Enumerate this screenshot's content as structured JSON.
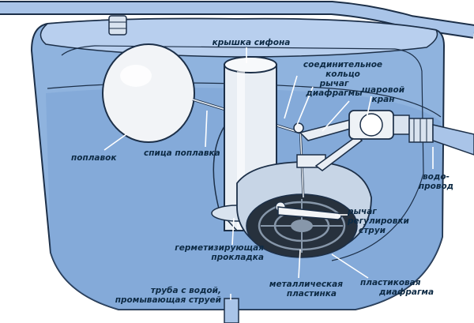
{
  "labels": {
    "siphon_cover": "крышка сифона",
    "connecting_ring_1": "соединительное",
    "connecting_ring_2": "кольцо",
    "diaphragm_lever_1": "рычаг",
    "diaphragm_lever_2": "диафрагмы",
    "ball_valve_1": "шаровой",
    "ball_valve_2": "кран",
    "float": "поплавок",
    "float_spoke": "спица поплавка",
    "water_supply_1": "водо-",
    "water_supply_2": "провод",
    "jet_lever_1": "рычаг",
    "jet_lever_2": "регулировки",
    "jet_lever_3": "струи",
    "seal_gasket_1": "герметизирующая",
    "seal_gasket_2": "прокладка",
    "plastic_diaphragm_1": "пластиковая",
    "plastic_diaphragm_2": "диафрагма",
    "metal_plate_1": "металлическая",
    "metal_plate_2": "пластинка",
    "flush_pipe_1": "труба с водой,",
    "flush_pipe_2": "промывающая струей"
  },
  "colors": {
    "tank_water": "#8fb3de",
    "tank_light": "#b8cfee",
    "outline": "#1c2f48",
    "label_text": "#0d2a44",
    "diaphragm_dark": "#27313d"
  }
}
